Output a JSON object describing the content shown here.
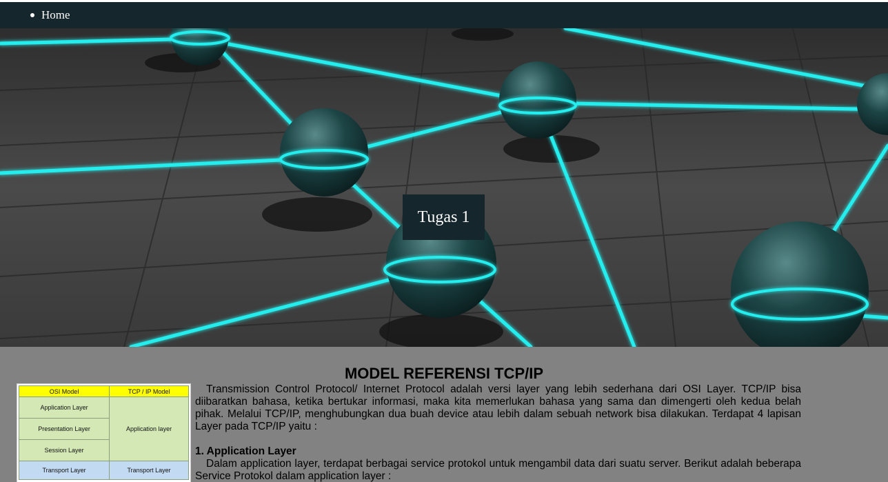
{
  "nav": {
    "items": [
      {
        "label": "Home"
      }
    ]
  },
  "hero": {
    "badge_label": "Tugas 1",
    "accent_color": "#1fe6e6",
    "badge_bg": "#15262d"
  },
  "main": {
    "title": "MODEL REFERENSI TCP/IP",
    "figure": {
      "header": [
        "OSI Model",
        "TCP / IP Model"
      ],
      "rows": [
        {
          "osi": "Application Layer",
          "tcpip": "Application layer"
        },
        {
          "osi": "Presentation Layer",
          "tcpip": ""
        },
        {
          "osi": "Session Layer",
          "tcpip": ""
        },
        {
          "osi": "Transport Layer",
          "tcpip": "Transport Layer"
        }
      ]
    },
    "intro": "Transmission Control Protocol/ Internet Protocol adalah versi layer yang lebih sederhana dari OSI Layer. TCP/IP bisa diibaratkan bahasa, ketika bertukar informasi, maka kita memerlukan bahasa yang sama dan dimengerti oleh kedua belah pihak. Melalui TCP/IP, menghubungkan dua buah device atau lebih dalam sebuah network bisa dilakukan. Terdapat 4 lapisan Layer pada TCP/IP yaitu :",
    "section1_heading": "1. Application Layer",
    "section1_text": "Dalam application layer, terdapat berbagai service protokol untuk mengambil data dari suatu server. Berikut adalah beberapa Service Protokol dalam application layer :"
  }
}
